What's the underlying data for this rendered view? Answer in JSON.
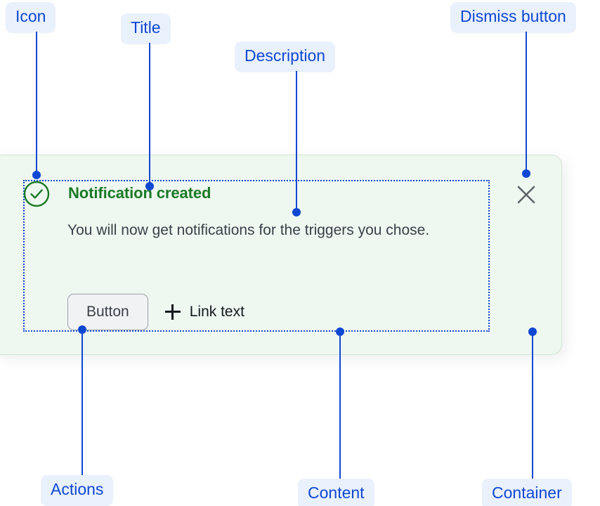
{
  "notification": {
    "icon": "success-check-circle-icon",
    "title": "Notification created",
    "description": "You will now get notifications for the triggers you chose.",
    "actions": {
      "button_label": "Button",
      "link_icon": "plus-icon",
      "link_label": "Link text"
    },
    "dismiss_icon": "close-x-icon"
  },
  "annotations": [
    {
      "id": "icon",
      "label": "Icon"
    },
    {
      "id": "title",
      "label": "Title"
    },
    {
      "id": "description",
      "label": "Description"
    },
    {
      "id": "dismiss",
      "label": "Dismiss button"
    },
    {
      "id": "actions",
      "label": "Actions"
    },
    {
      "id": "content",
      "label": "Content"
    },
    {
      "id": "container",
      "label": "Container"
    }
  ],
  "colors": {
    "annotation_blue": "#0f47d2",
    "annotation_pill_bg": "#e9f1fd",
    "card_bg": "#eef7f0",
    "card_border": "#cfe6d4",
    "success_green": "#1a7a26",
    "description_gray": "#3b4148",
    "dismiss_gray": "#5f6368",
    "button_bg": "#f1f2f4",
    "button_border": "#9aa1a8"
  }
}
